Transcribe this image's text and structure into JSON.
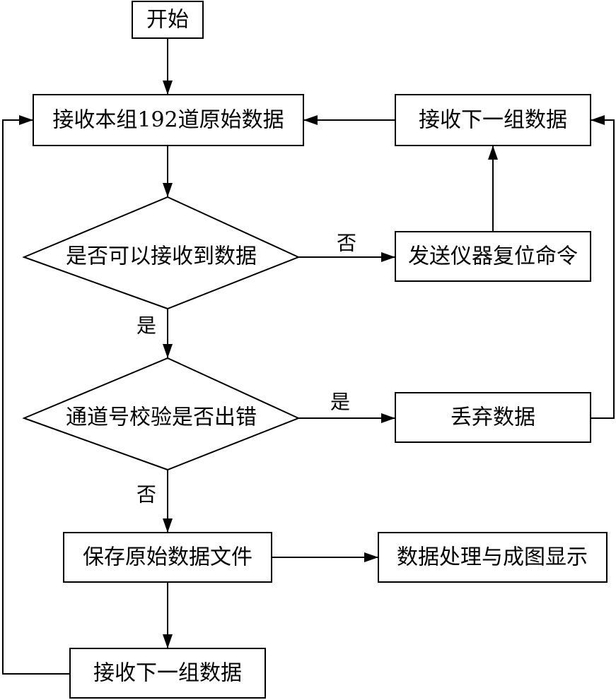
{
  "nodes": {
    "start": "开始",
    "receive_192": "接收本组192道原始数据",
    "can_receive": "是否可以接收到数据",
    "send_reset": "发送仪器复位命令",
    "receive_next_top": "接收下一组数据",
    "channel_check": "通道号校验是否出错",
    "discard": "丢弃数据",
    "save_file": "保存原始数据文件",
    "process_display": "数据处理与成图显示",
    "receive_next_bottom": "接收下一组数据"
  },
  "edge_labels": {
    "can_receive_no": "否",
    "can_receive_yes": "是",
    "channel_check_yes": "是",
    "channel_check_no": "否"
  }
}
